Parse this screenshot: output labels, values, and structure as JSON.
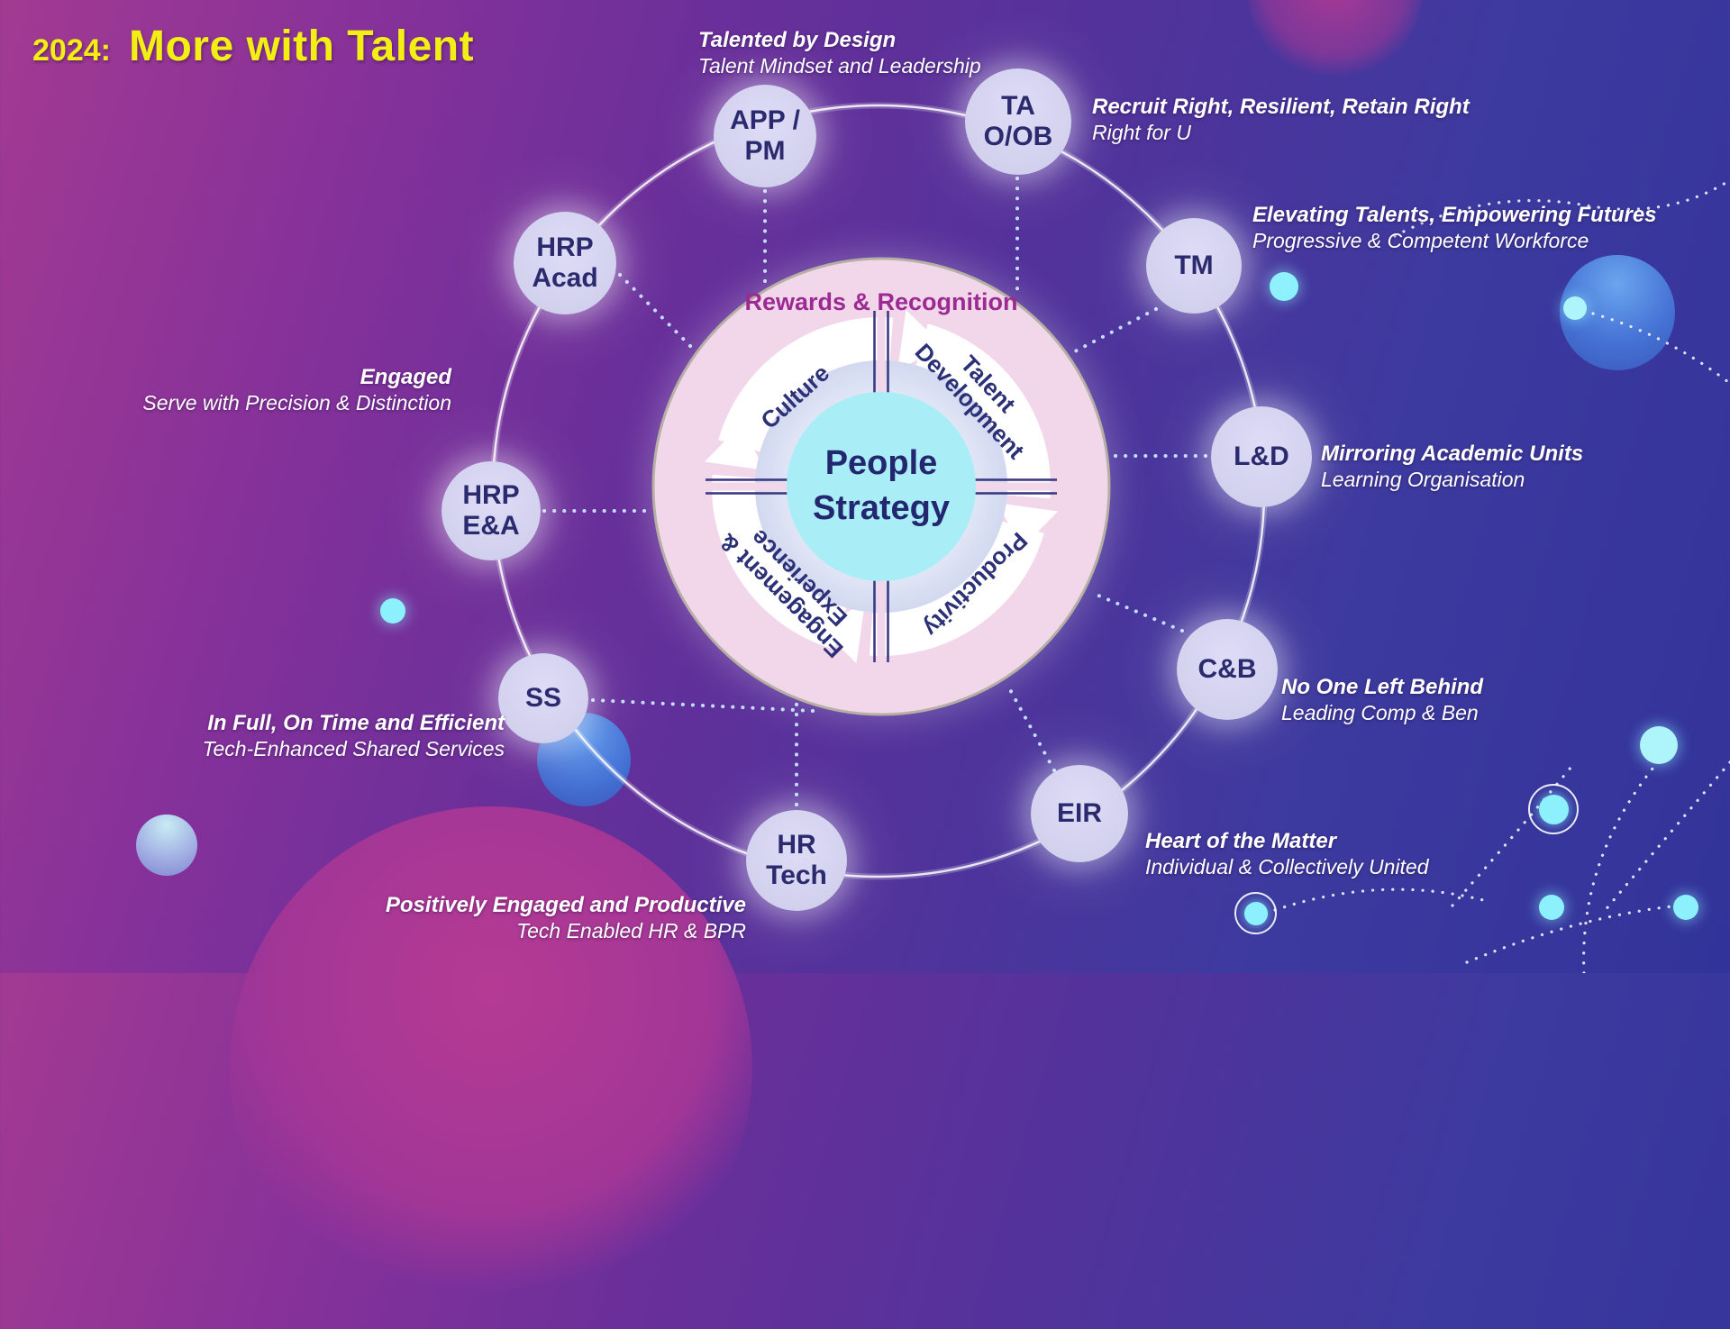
{
  "slide": {
    "title": {
      "prefix": "2024:",
      "text": "More with Talent"
    },
    "hub": {
      "banner": "Rewards & Recognition",
      "core": {
        "line1": "People",
        "line2": "Strategy"
      },
      "quadrants": [
        {
          "id": "culture",
          "line1": "Culture",
          "line2": ""
        },
        {
          "id": "talent-development",
          "line1": "Talent",
          "line2": "Development"
        },
        {
          "id": "engagement-experience",
          "line1": "Engagement &",
          "line2": "Experience"
        },
        {
          "id": "productivity",
          "line1": "Productivity",
          "line2": ""
        }
      ]
    },
    "nodes": [
      {
        "id": "app-pm",
        "line1": "APP /",
        "line2": "PM"
      },
      {
        "id": "ta-o-ob",
        "line1": "TA",
        "line2": "O/OB"
      },
      {
        "id": "tm",
        "line1": "TM",
        "line2": ""
      },
      {
        "id": "ld",
        "line1": "L&D",
        "line2": ""
      },
      {
        "id": "cb",
        "line1": "C&B",
        "line2": ""
      },
      {
        "id": "eir",
        "line1": "EIR",
        "line2": ""
      },
      {
        "id": "hr-tech",
        "line1": "HR",
        "line2": "Tech"
      },
      {
        "id": "ss",
        "line1": "SS",
        "line2": ""
      },
      {
        "id": "hrp-ea",
        "line1": "HRP",
        "line2": "E&A"
      },
      {
        "id": "hrp-acad",
        "line1": "HRP",
        "line2": "Acad"
      }
    ],
    "annotations": [
      {
        "id": "talented",
        "headline": "Talented by Design",
        "subline": "Talent Mindset and Leadership"
      },
      {
        "id": "recruit",
        "headline": "Recruit Right, Resilient, Retain Right",
        "subline": "Right for U"
      },
      {
        "id": "elevating",
        "headline": "Elevating Talents, Empowering Futures",
        "subline": "Progressive & Competent Workforce"
      },
      {
        "id": "mirroring",
        "headline": "Mirroring Academic Units",
        "subline": "Learning Organisation"
      },
      {
        "id": "no-one",
        "headline": "No One Left Behind",
        "subline": "Leading Comp & Ben"
      },
      {
        "id": "heart",
        "headline": "Heart of the Matter",
        "subline": "Individual & Collectively United"
      },
      {
        "id": "positively",
        "headline": "Positively Engaged and Productive",
        "subline": "Tech Enabled HR & BPR"
      },
      {
        "id": "in-full",
        "headline": "In Full, On Time and Efficient",
        "subline": "Tech-Enhanced Shared Services"
      },
      {
        "id": "engaged",
        "headline": "Engaged",
        "subline": "Serve with  Precision & Distinction"
      }
    ],
    "colors": {
      "title_yellow": "#f3ef15",
      "banner_magenta": "#9b2a92",
      "node_text_navy": "#2b2a6e",
      "node_fill_lavender": "#d5d4f0",
      "hub_pink": "#f2d6ea",
      "hub_ring_white": "#ffffff",
      "hub_quadrant_lavender": "#d9def3",
      "hub_core_cyan": "#a9edf6",
      "accent_cyan": "#8df1fd",
      "background_magenta": "#a23a92",
      "background_indigo": "#32339a"
    }
  }
}
